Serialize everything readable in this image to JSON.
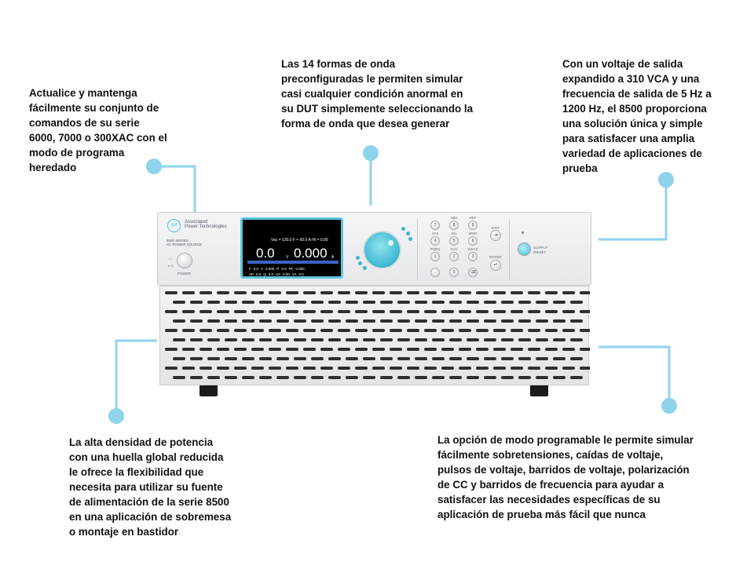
{
  "callouts": {
    "top_left": "Actualice y mantenga\nfácilmente su conjunto de\ncomandos de su serie\n6000, 7000 o 300XAC con el\nmodo de programa\nheredado",
    "top_center": "Las 14 formas de onda\npreconfiguradas le permiten simular\ncasi cualquier condición anormal en\nsu DUT simplemente seleccionando la\nforma de onda que desea generar",
    "top_right": "Con un voltaje de salida\nexpandido a 310 VCA y una\nfrecuencia de salida de 5 Hz a\n1200 Hz, el 8500 proporciona\nuna solución única y simple\npara satisfacer una amplia\nvariedad de aplicaciones de\nprueba",
    "bottom_left": "La alta densidad de potencia\ncon una huella global reducida\nle ofrece la flexibilidad que\nnecesita para utilizar su fuente\nde alimentación de la serie 8500\nen una aplicación de sobremesa\no montaje en bastidor",
    "bottom_right": "La opción de modo programable le permite simular\nfácilmente sobretensiones, caídas de voltaje,\npulsos de voltaje, barridos de voltaje, polarización\nde CC y barridos de frecuencia para ayudar a\nsatisfacer las necesidades específicas de su\naplicación de prueba más fácil que nunca"
  },
  "accent_color": "#8fd3ec",
  "device": {
    "logo_text": "apt",
    "brand": "Associated\nPower Technologies",
    "series": "8500 SERIES\nAC POWER SOURCE",
    "power_marks": "– I\n● O",
    "power_label": "POWER",
    "screen": {
      "readings": "Vac = 120.0  F = 60.0   A-Hi = 0.00",
      "voltage": "0.0",
      "voltage_unit": "V",
      "current": "0.000",
      "current_unit": "A",
      "row1": [
        [
          "F",
          "0.0"
        ],
        [
          "A",
          "0.000"
        ],
        [
          "P",
          "0.0"
        ],
        [
          "PF",
          "0.000"
        ]
      ],
      "row2": [
        [
          "AP",
          "0.0"
        ],
        [
          "Q",
          "0.0"
        ],
        [
          "CF",
          "0.00"
        ],
        [
          "VA",
          "0.0"
        ]
      ]
    },
    "keypad": {
      "labels": [
        "ABC",
        "DEF",
        "GHI",
        "JKL",
        "MNO",
        "PQRS",
        "TUV",
        "WXYZ"
      ],
      "keys": [
        "7",
        "8",
        "9",
        "4",
        "5",
        "6",
        "1",
        "2",
        "3",
        ".",
        "0",
        "⌫"
      ],
      "exit_label": "EXIT",
      "enter_label": "ENTER"
    },
    "output_label": "OUTPUT\n/RESET"
  }
}
